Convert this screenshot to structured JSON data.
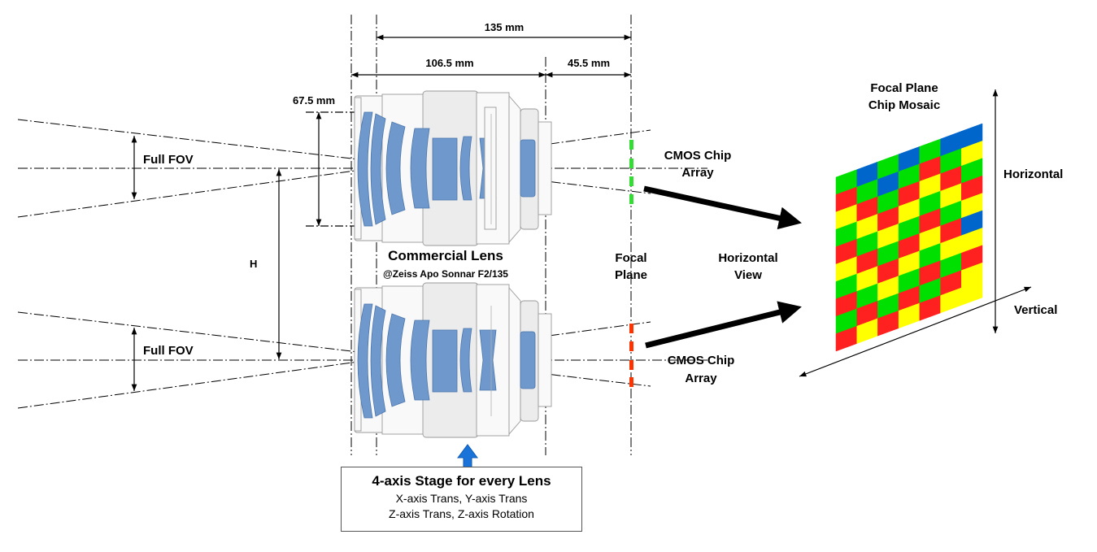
{
  "dimensions": {
    "total": "135 mm",
    "lens_length": "106.5 mm",
    "back_focus": "45.5 mm",
    "aperture": "67.5 mm"
  },
  "labels": {
    "full_fov_top": "Full FOV",
    "full_fov_bottom": "Full FOV",
    "h_label": "H",
    "lens_name": "Commercial Lens",
    "lens_model": "@Zeiss Apo Sonnar F2/135",
    "focal_plane": [
      "Focal",
      "Plane"
    ],
    "cmos_top": [
      "CMOS Chip",
      "Array"
    ],
    "cmos_bottom": [
      "CMOS Chip",
      "Array"
    ],
    "horizontal_view": [
      "Horizontal",
      "View"
    ],
    "mosaic_title": [
      "Focal Plane",
      "Chip Mosaic"
    ],
    "axis_horizontal": "Horizontal",
    "axis_vertical": "Vertical"
  },
  "stage": {
    "title": "4-axis Stage for every Lens",
    "lines": [
      "X-axis Trans, Y-axis Trans",
      "Z-axis Trans, Z-axis Rotation"
    ]
  },
  "mosaic": {
    "rows": 10,
    "cols": 7,
    "colors": {
      "green": "#00e000",
      "blue": "#0066cc",
      "red": "#ff2020",
      "yellow": "#ffff00"
    },
    "pattern": [
      [
        "green",
        "blue",
        "green",
        "blue",
        "green",
        "blue",
        "blue"
      ],
      [
        "red",
        "green",
        "blue",
        "green",
        "red",
        "green",
        "yellow"
      ],
      [
        "yellow",
        "red",
        "green",
        "red",
        "yellow",
        "red",
        "green"
      ],
      [
        "green",
        "yellow",
        "red",
        "yellow",
        "green",
        "yellow",
        "red"
      ],
      [
        "red",
        "green",
        "yellow",
        "green",
        "red",
        "green",
        "yellow"
      ],
      [
        "yellow",
        "red",
        "green",
        "red",
        "yellow",
        "red",
        "blue"
      ],
      [
        "green",
        "yellow",
        "red",
        "yellow",
        "green",
        "yellow",
        "yellow"
      ],
      [
        "red",
        "green",
        "yellow",
        "green",
        "red",
        "green",
        "red"
      ],
      [
        "green",
        "red",
        "green",
        "red",
        "green",
        "red",
        "yellow"
      ],
      [
        "red",
        "yellow",
        "red",
        "yellow",
        "red",
        "yellow",
        "yellow"
      ]
    ]
  },
  "focal_chips": {
    "top_color": "#33dd33",
    "bottom_color": "#ff3300"
  }
}
